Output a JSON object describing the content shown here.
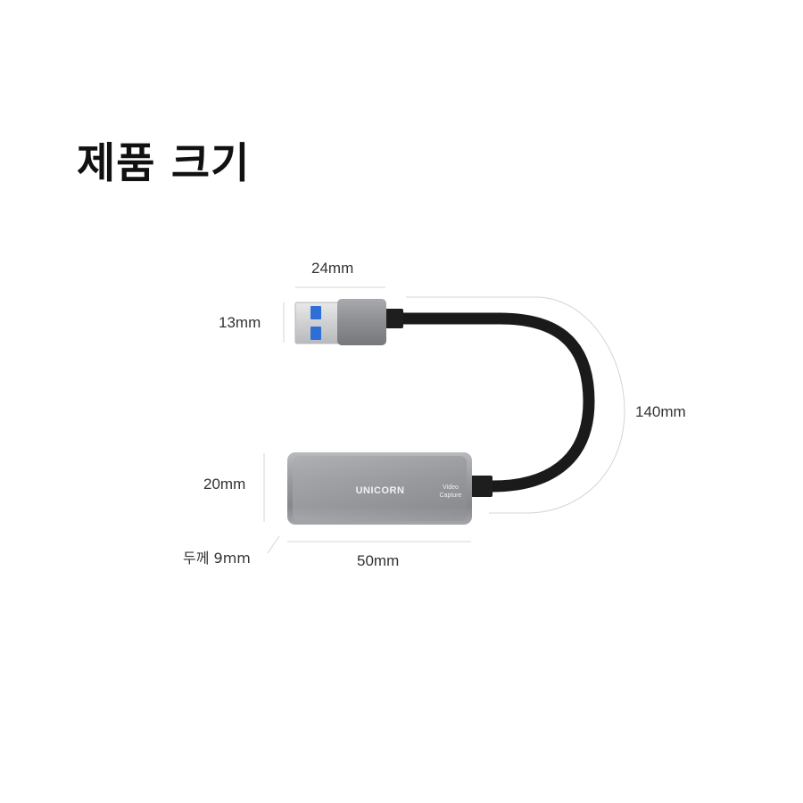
{
  "title": "제품 크기",
  "dimensions": {
    "usb_width": "24mm",
    "usb_height": "13mm",
    "cable_length": "140mm",
    "body_height": "20mm",
    "thickness": "두께 9mm",
    "body_width": "50mm"
  },
  "device": {
    "brand": "UNICORN",
    "label_line1": "Video",
    "label_line2": "Capture"
  },
  "colors": {
    "usb_port_blue": "#2d6fd6",
    "body_silver": "#9a9ca0",
    "cable_black": "#1a1a1a",
    "guide_line": "#d4d4d4"
  }
}
